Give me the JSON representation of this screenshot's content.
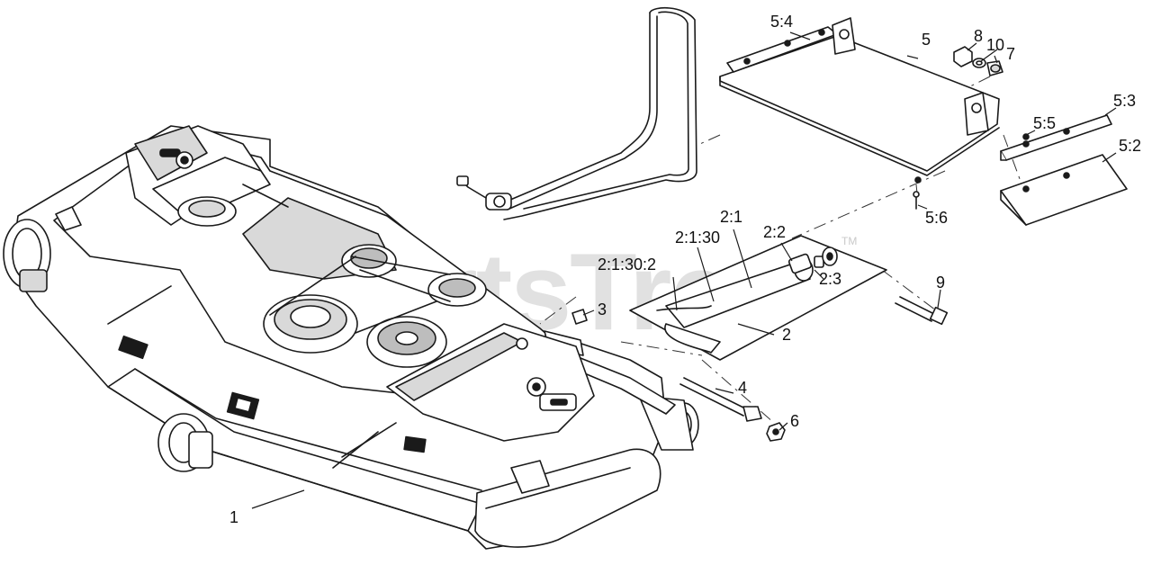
{
  "watermark": {
    "text": "PartsTree",
    "trademark": "TM"
  },
  "callouts": [
    {
      "id": "c-1",
      "label": "1"
    },
    {
      "id": "c-2",
      "label": "2"
    },
    {
      "id": "c-2-1",
      "label": "2:1"
    },
    {
      "id": "c-2-1-30",
      "label": "2:1:30"
    },
    {
      "id": "c-2-1-30-2",
      "label": "2:1:30:2"
    },
    {
      "id": "c-2-2",
      "label": "2:2"
    },
    {
      "id": "c-2-3",
      "label": "2:3"
    },
    {
      "id": "c-3",
      "label": "3"
    },
    {
      "id": "c-4",
      "label": "4"
    },
    {
      "id": "c-5",
      "label": "5"
    },
    {
      "id": "c-5-2",
      "label": "5:2"
    },
    {
      "id": "c-5-3",
      "label": "5:3"
    },
    {
      "id": "c-5-4",
      "label": "5:4"
    },
    {
      "id": "c-5-5",
      "label": "5:5"
    },
    {
      "id": "c-5-6",
      "label": "5:6"
    },
    {
      "id": "c-6",
      "label": "6"
    },
    {
      "id": "c-7",
      "label": "7"
    },
    {
      "id": "c-8",
      "label": "8"
    },
    {
      "id": "c-9",
      "label": "9"
    },
    {
      "id": "c-10",
      "label": "10"
    }
  ]
}
